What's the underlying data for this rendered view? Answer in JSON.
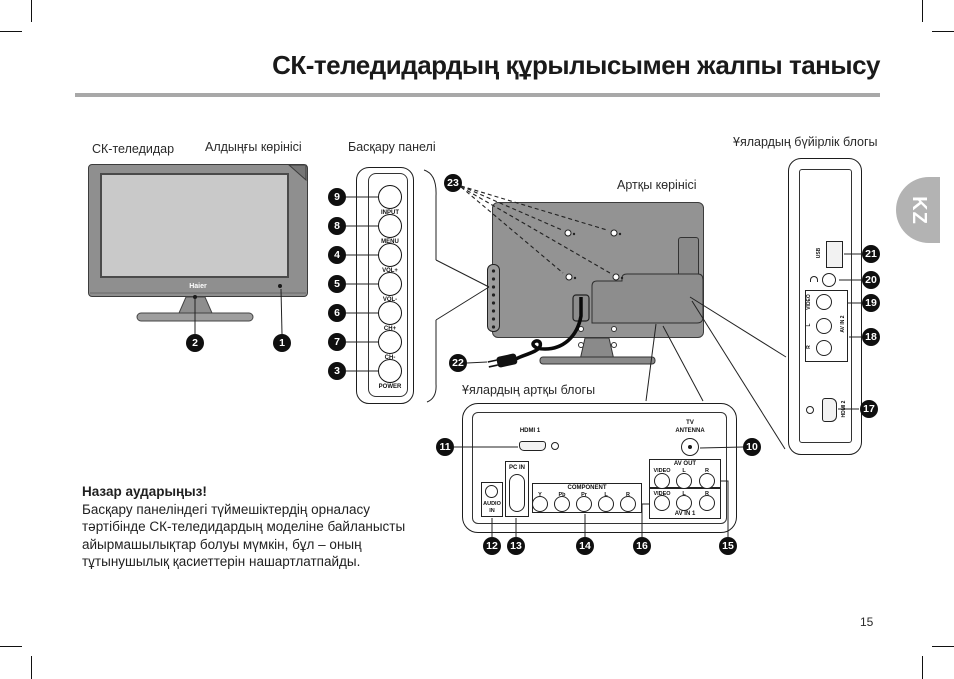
{
  "title": "СК-теледидардың құрылысымен жалпы танысу",
  "page_number": "15",
  "kz_tab": "KZ",
  "front": {
    "label_tv": "СК-теледидар",
    "label_view": "Алдыңғы көрінісі",
    "brand": "Haier",
    "callout_ir_sensor": "2",
    "callout_indicator": "1"
  },
  "control_panel": {
    "label": "Басқару панелі",
    "buttons": [
      {
        "callout": "9",
        "label": "INPUT"
      },
      {
        "callout": "8",
        "label": "MENU"
      },
      {
        "callout": "4",
        "label": "VOL+"
      },
      {
        "callout": "5",
        "label": "VOL-"
      },
      {
        "callout": "6",
        "label": "CH+"
      },
      {
        "callout": "7",
        "label": "CH-"
      },
      {
        "callout": "3",
        "label": "POWER"
      }
    ]
  },
  "rear": {
    "label_view": "Артқы көрінісі",
    "callout_screws": "23",
    "callout_plug": "22"
  },
  "rear_block": {
    "label": "Ұялардың артқы блогы",
    "hdmi1_label": "HDMI 1",
    "callout_hdmi1": "11",
    "antenna_line1": "TV",
    "antenna_line2": "ANTENNA",
    "callout_antenna": "10",
    "audio_line1": "AUDIO",
    "audio_line2": "IN",
    "callout_audio": "12",
    "pc_in_label": "PC IN",
    "callout_pc": "13",
    "component_label": "COMPONENT",
    "component_jacks": [
      "Y",
      "Pb",
      "Pr",
      "L",
      "R"
    ],
    "callout_component": "14",
    "av_out_label": "AV OUT",
    "av_out_jacks": [
      "VIDEO",
      "L",
      "R"
    ],
    "callout_av_out": "15",
    "av_in1_label": "AV IN 1",
    "av_in1_jacks": [
      "VIDEO",
      "L",
      "R"
    ],
    "callout_av_in1": "16"
  },
  "side_block": {
    "label": "Ұялардың бүйірлік блогы",
    "usb_label": "USB",
    "callout_usb": "21",
    "callout_headphone": "20",
    "av_in2_label": "AV IN 2",
    "av_in2_jacks": [
      "VIDEO",
      "L",
      "R"
    ],
    "callout_av_in2_video": "19",
    "callout_av_in2_lr": "18",
    "hdmi2_label": "HDMI 2",
    "callout_hdmi2": "17"
  },
  "note": {
    "heading": "Назар аударыңыз!",
    "lines": [
      "Басқару панеліндегі түймешіктердің орналасу",
      "тәртібінде СК-теледидардың моделіне байланысты",
      "айырмашылықтар болуы мүмкін, бұл – оның",
      "тұтынушылық қасиеттерін нашартлатпайды."
    ]
  },
  "colors": {
    "callout_bg": "#0f0f0f",
    "tv_body_gray": "#8f8f8f",
    "screen_gray": "#c9c9c9",
    "rear_body_gray": "#939393",
    "kz_tab_gray": "#b3b3b3",
    "title_underline_gray": "#a8a8a8"
  }
}
